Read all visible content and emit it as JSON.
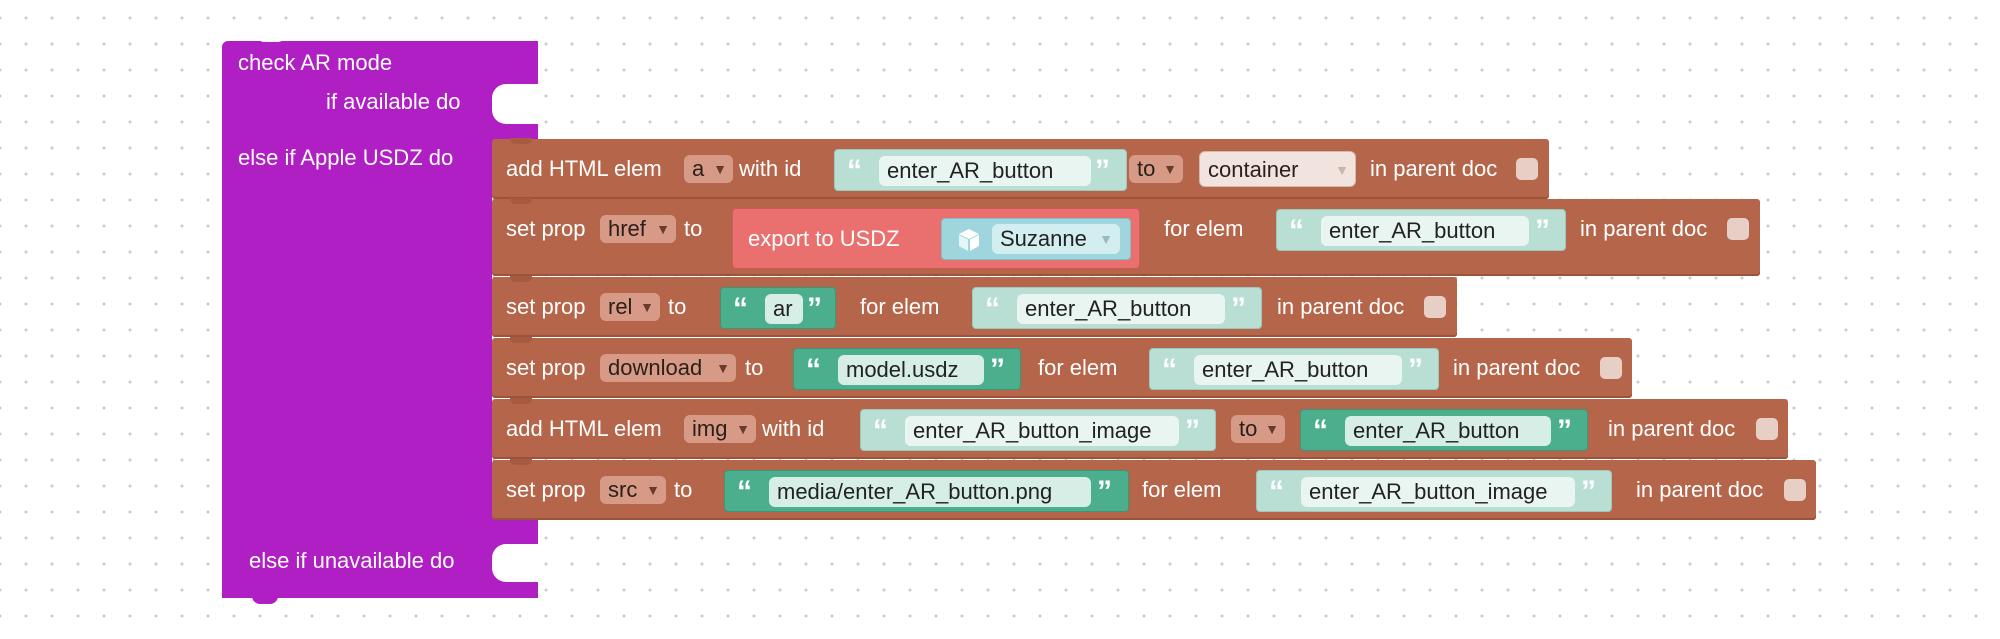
{
  "ar_block": {
    "title": "check AR mode",
    "if_available": "if available do",
    "else_apple": "else if Apple USDZ do",
    "else_unavailable": "else if unavailable do"
  },
  "rows": {
    "r1": {
      "label": "add HTML elem",
      "tag": "a",
      "with_id": "with id",
      "id": "enter_AR_button",
      "to": "to",
      "parent": "container",
      "in_parent": "in parent doc"
    },
    "r2": {
      "label": "set prop",
      "prop": "href",
      "to": "to",
      "export": "export to USDZ",
      "object": "Suzanne",
      "for_elem": "for elem",
      "elem": "enter_AR_button",
      "in_parent": "in parent doc"
    },
    "r3": {
      "label": "set prop",
      "prop": "rel",
      "to": "to",
      "value": "ar",
      "for_elem": "for elem",
      "elem": "enter_AR_button",
      "in_parent": "in parent doc"
    },
    "r4": {
      "label": "set prop",
      "prop": "download",
      "to": "to",
      "value": "model.usdz",
      "for_elem": "for elem",
      "elem": "enter_AR_button",
      "in_parent": "in parent doc"
    },
    "r5": {
      "label": "add HTML elem",
      "tag": "img",
      "with_id": "with id",
      "id": "enter_AR_button_image",
      "to": "to",
      "parent": "enter_AR_button",
      "in_parent": "in parent doc"
    },
    "r6": {
      "label": "set prop",
      "prop": "src",
      "to": "to",
      "value": "media/enter_AR_button.png",
      "for_elem": "for elem",
      "elem": "enter_AR_button_image",
      "in_parent": "in parent doc"
    }
  },
  "glyphs": {
    "open_quote": "“",
    "close_quote": "”",
    "dropdown_arrow": "▼"
  },
  "colors": {
    "ar_block": "#b01fc4",
    "statement": "#b5654a",
    "string_light": "#b9ded4",
    "string_dark": "#4bae8c",
    "export_block": "#ea6f6f",
    "object_block": "#9fd6dd"
  }
}
